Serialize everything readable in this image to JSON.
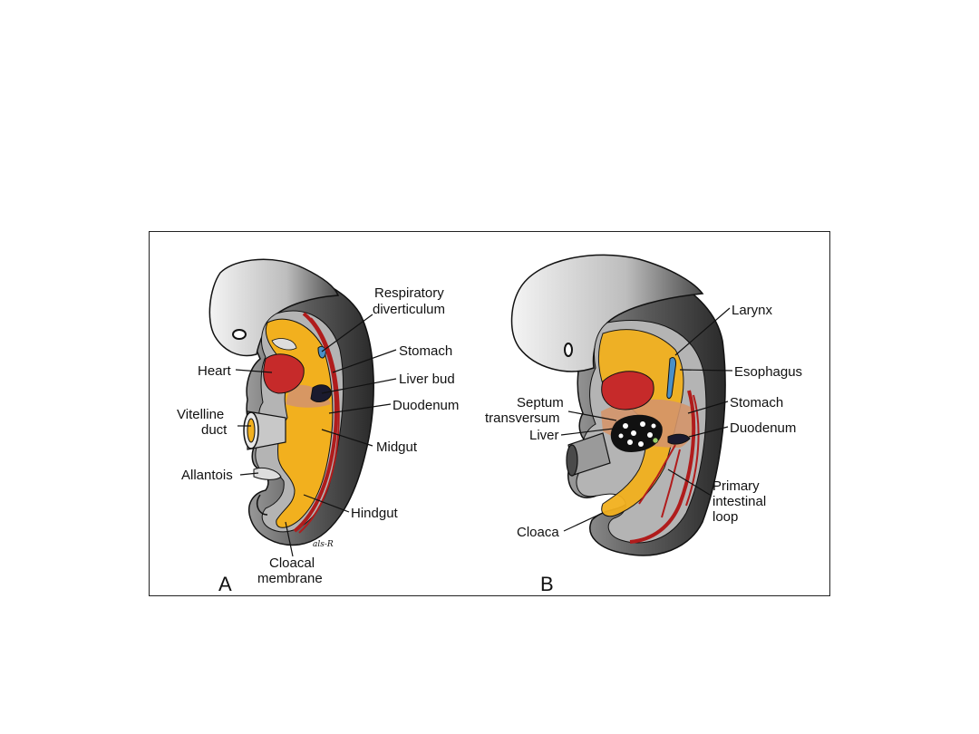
{
  "figure": {
    "panel_a": {
      "letter": "A",
      "labels": {
        "respiratory_1": "Respiratory",
        "respiratory_2": "diverticulum",
        "stomach": "Stomach",
        "heart": "Heart",
        "liver_bud": "Liver bud",
        "duodenum": "Duodenum",
        "vitelline_1": "Vitelline",
        "vitelline_2": "duct",
        "midgut": "Midgut",
        "allantois": "Allantois",
        "hindgut": "Hindgut",
        "cloacal_1": "Cloacal",
        "cloacal_2": "membrane"
      },
      "signature": "als-R"
    },
    "panel_b": {
      "letter": "B",
      "labels": {
        "larynx": "Larynx",
        "esophagus": "Esophagus",
        "septum_1": "Septum",
        "septum_2": "transversum",
        "stomach": "Stomach",
        "liver": "Liver",
        "duodenum": "Duodenum",
        "primary_1": "Primary",
        "primary_2": "intestinal",
        "primary_3": "loop",
        "cloaca": "Cloaca"
      }
    }
  },
  "colors": {
    "embryo_dark": "#3a3a3a",
    "embryo_grey": "#a8a8a8",
    "gut_yellow": "#f2b01e",
    "heart_red": "#c62a2a",
    "vessel_red": "#b01c1c",
    "septum_tan": "#d4956a",
    "resp_blue": "#4a90c8"
  }
}
